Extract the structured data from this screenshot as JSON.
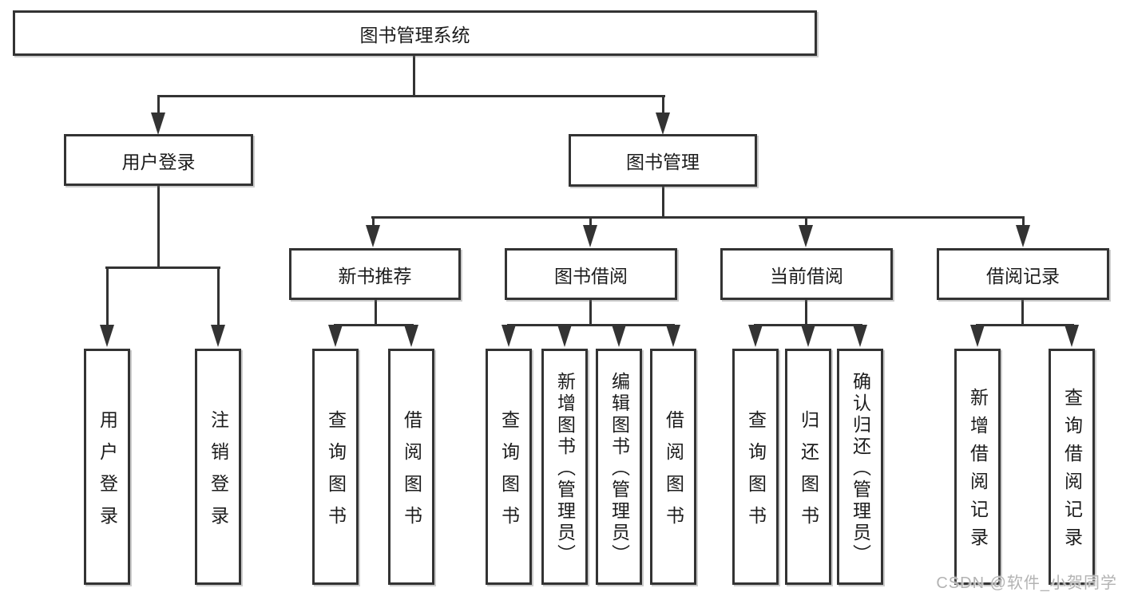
{
  "diagram": {
    "root": {
      "label": "图书管理系统"
    },
    "level2": [
      {
        "label": "用户登录",
        "children": [
          "用户登录",
          "注销登录"
        ]
      },
      {
        "label": "图书管理"
      }
    ],
    "level3": [
      {
        "label": "新书推荐",
        "children": [
          "查询图书",
          "借阅图书"
        ]
      },
      {
        "label": "图书借阅",
        "children": [
          "查询图书",
          "新增图书（管理员）",
          "编辑图书（管理员）",
          "借阅图书"
        ]
      },
      {
        "label": "当前借阅",
        "children": [
          "查询图书",
          "归还图书",
          "确认归还（管理员）"
        ]
      },
      {
        "label": "借阅记录",
        "children": [
          "新增借阅记录",
          "查询借阅记录"
        ]
      }
    ]
  },
  "watermark": "CSDN @软件_小贺同学",
  "colors": {
    "line": "#333333",
    "text": "#1c1c1c",
    "watermark": "#b3b3b3",
    "background": "#ffffff"
  }
}
